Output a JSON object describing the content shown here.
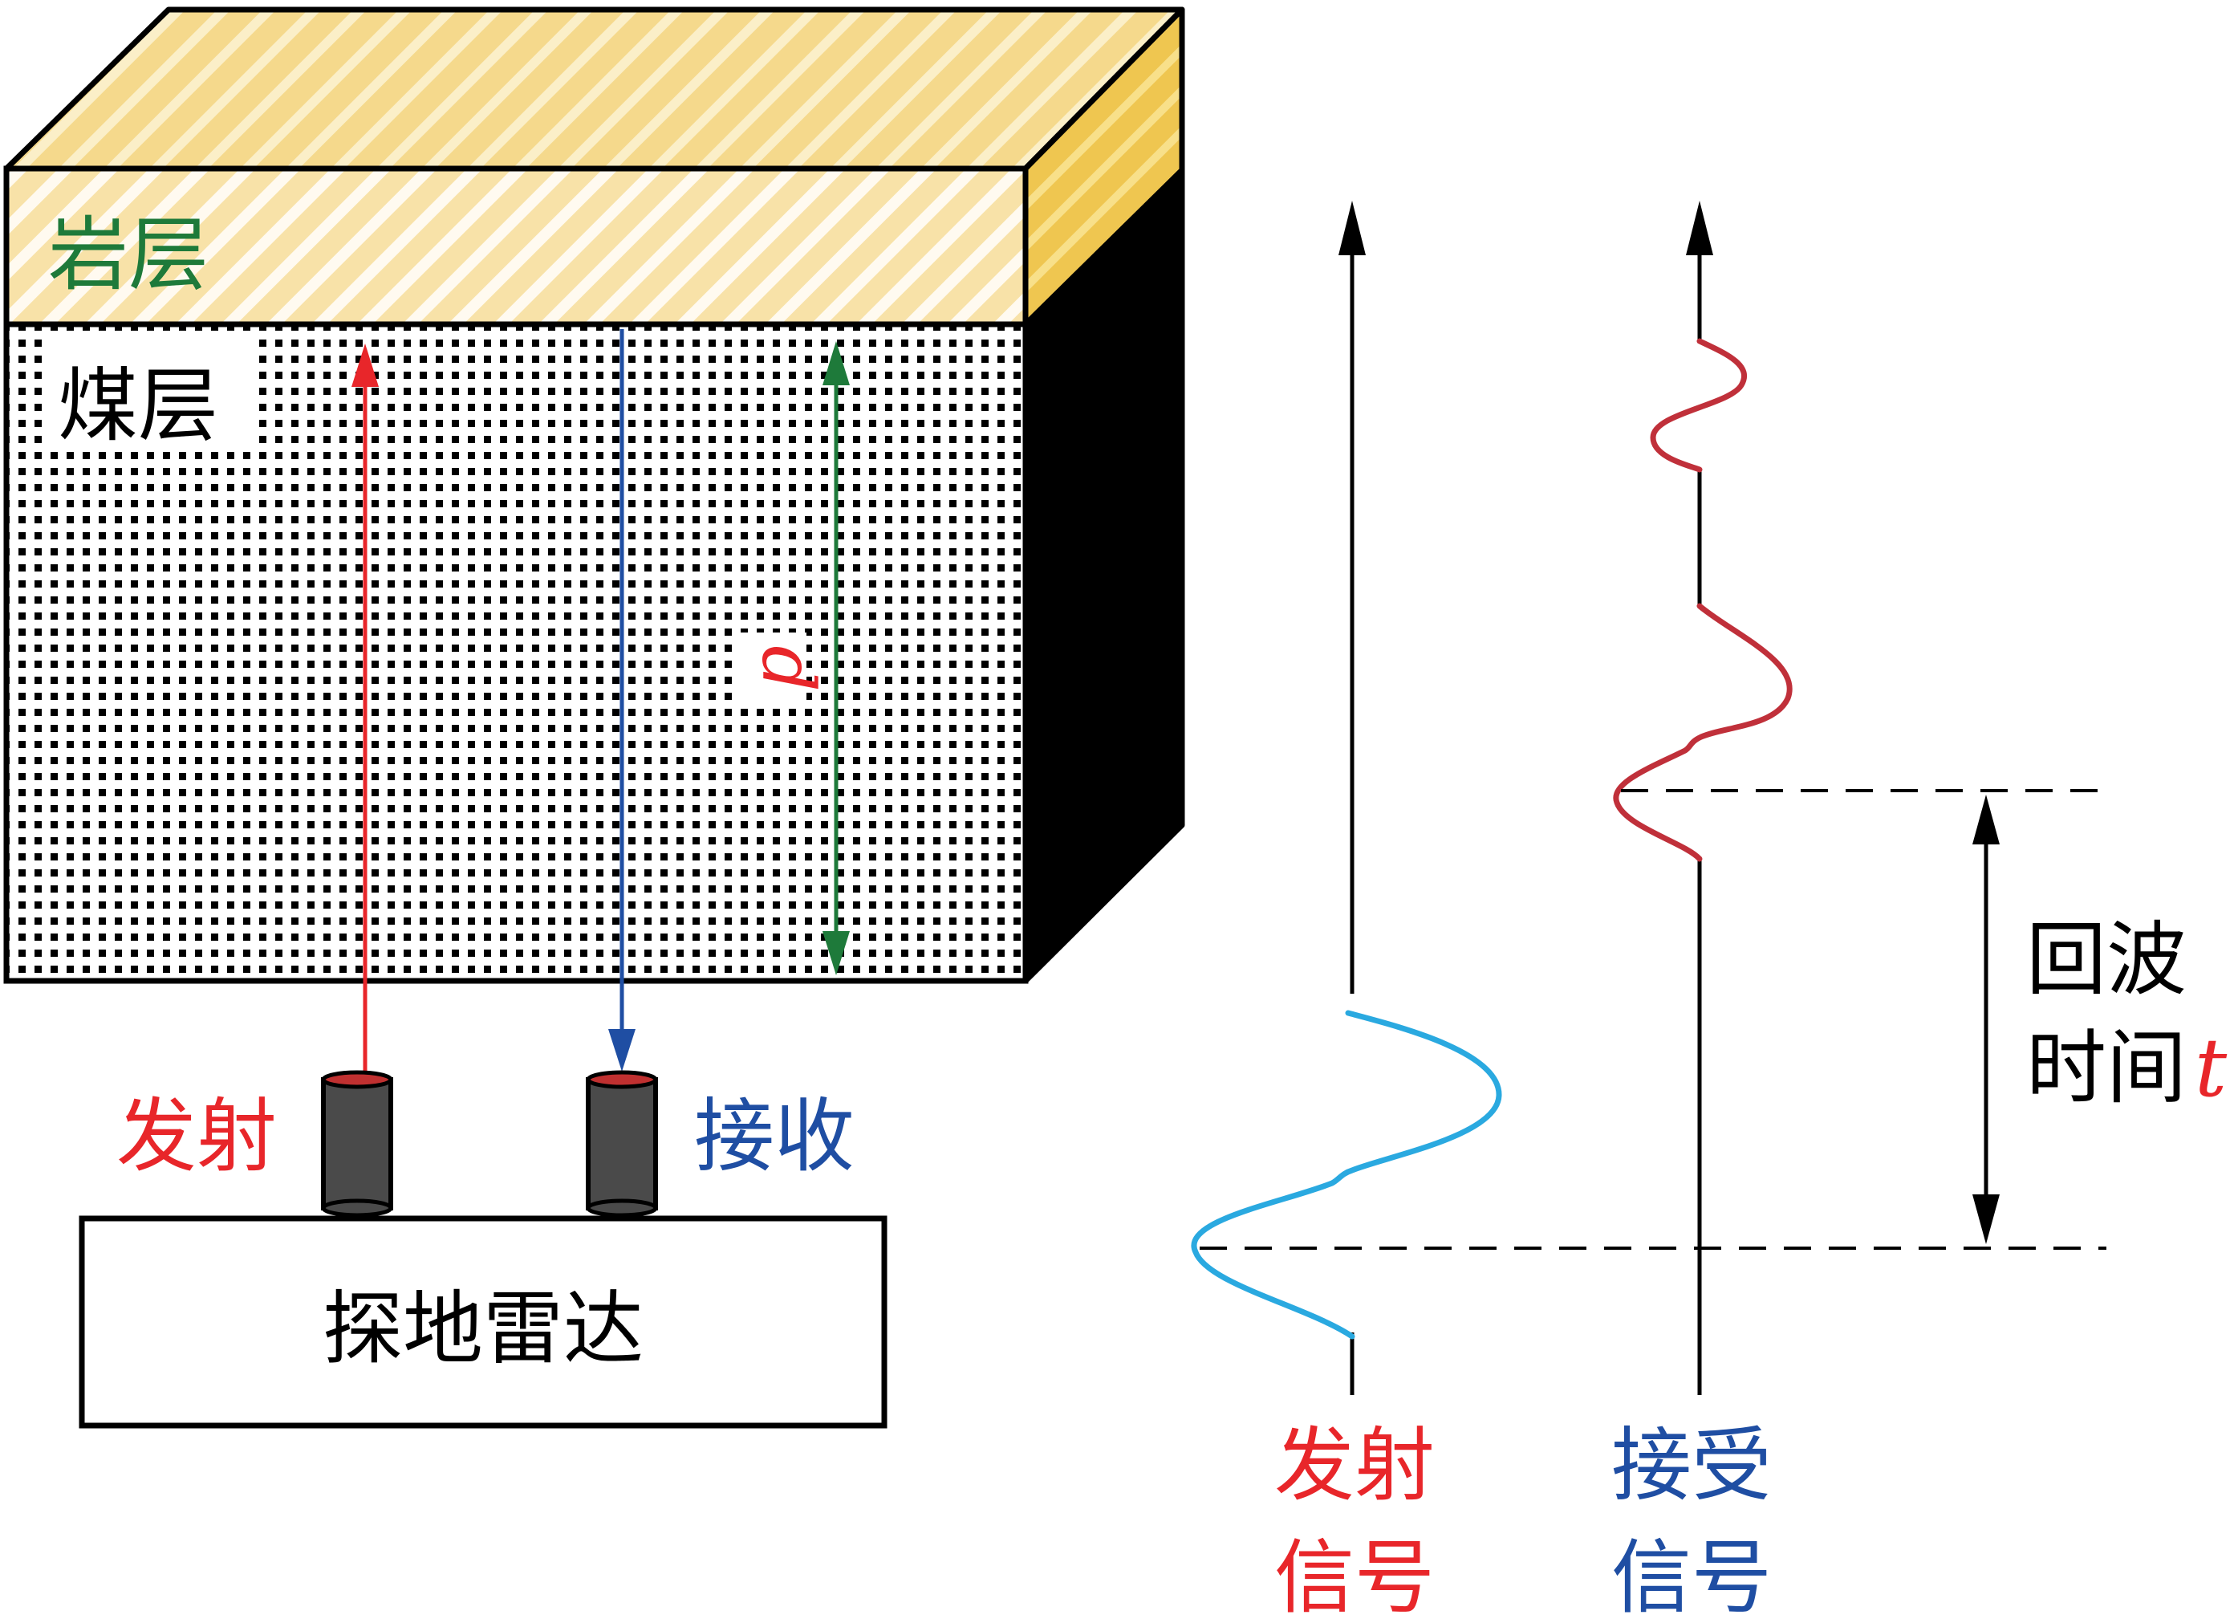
{
  "labels": {
    "rock_layer": "岩层",
    "coal_layer": "煤层",
    "distance_symbol": "d",
    "transmit": "发射",
    "receive": "接收",
    "gpr": "探地雷达",
    "echo_time_line1": "回波",
    "echo_time_line2": "时间",
    "time_symbol": "t",
    "transmit_signal_line1": "发射",
    "transmit_signal_line2": "信号",
    "receive_signal_line1": "接受",
    "receive_signal_line2": "信号"
  },
  "colors": {
    "transmit": "#e8262a",
    "receive": "#1f4ea3",
    "distance": "#1e7a3a",
    "rock_text": "#1e7a3a",
    "transmit_wave": "#2aa9e0",
    "receive_wave": "#c0303a",
    "rock_fill": "#f7dfa0",
    "rock_side": "#f0c850",
    "coal_side": "#000000"
  }
}
